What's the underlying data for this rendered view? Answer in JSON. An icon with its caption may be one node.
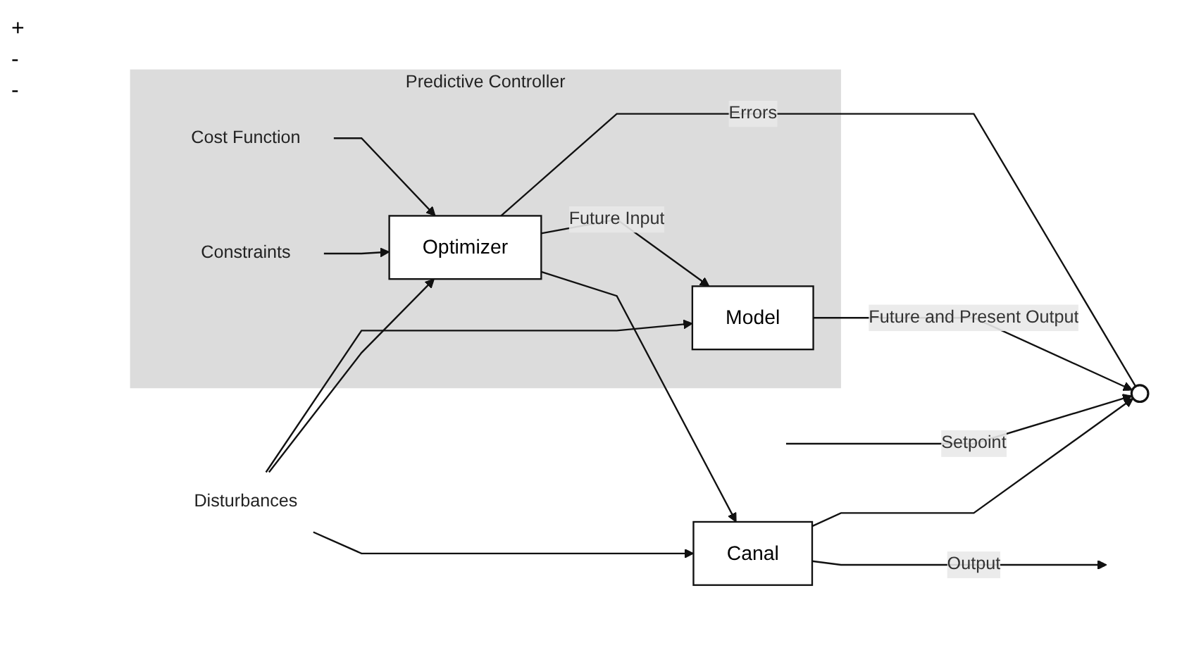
{
  "diagram": {
    "nodes": [
      {
        "text": [
          "Predictive Controller"
        ]
      },
      {
        "text": [],
        "shape": "circle"
      },
      {
        "text": [
          "Optimizer"
        ],
        "in": 0
      },
      {
        "text": [
          "Canal"
        ]
      },
      {
        "text": [
          "Model"
        ],
        "in": 0
      },
      {
        "text": [
          "Cost Function"
        ],
        "in": 0
      },
      {
        "text": [
          "Constraints"
        ],
        "in": 0
      },
      {
        "text": [
          "Disturbances"
        ]
      }
    ],
    "edges": [
      {
        "from": null,
        "to": 1,
        "arrow": "to",
        "label": "Setpoint"
      },
      {
        "from": 1,
        "to": 2,
        "arrow": "none",
        "label": "Errors"
      },
      {
        "from": 5,
        "to": 2,
        "arrow": "to"
      },
      {
        "from": 6,
        "to": 2,
        "arrow": "to"
      },
      {
        "from": 7,
        "to": 2,
        "arrow": "to"
      },
      {
        "from": 7,
        "to": 3,
        "arrow": "to"
      },
      {
        "from": 7,
        "to": 4,
        "arrow": "to"
      },
      {
        "from": 2,
        "to": 3,
        "arrow": "to"
      },
      {
        "from": 2,
        "to": 4,
        "arrow": "to",
        "label": "Future Input"
      },
      {
        "from": 3,
        "to": null,
        "arrow": "to",
        "label": "Output"
      },
      {
        "from": 3,
        "to": 1,
        "arrow": "to"
      },
      {
        "from": 4,
        "to": 1,
        "arrow": "to",
        "label": "Future and Present Output"
      }
    ],
    "labels": [
      "+",
      "-",
      "-"
    ]
  }
}
